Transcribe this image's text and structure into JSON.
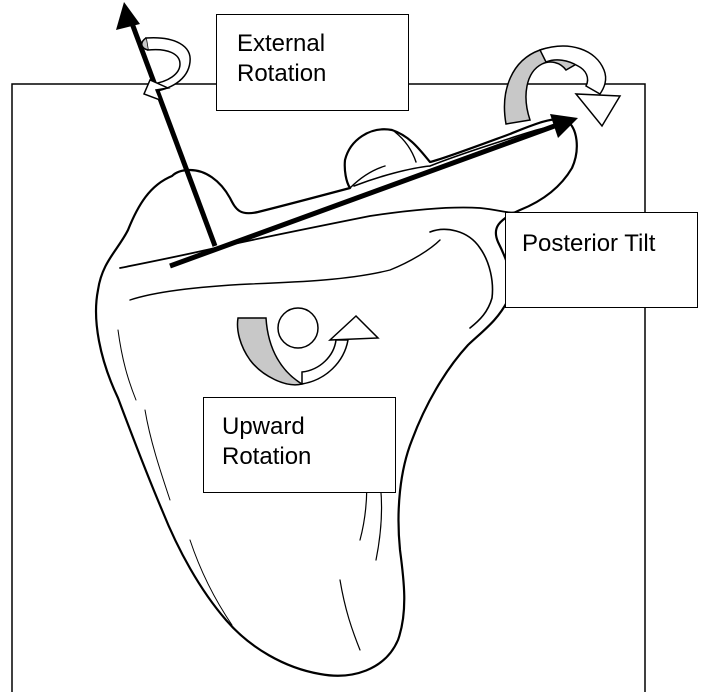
{
  "figure": {
    "labels": {
      "external_rotation": [
        "External",
        "Rotation"
      ],
      "posterior_tilt": [
        "Posterior Tilt"
      ],
      "upward_rotation": [
        "Upward",
        "Rotation"
      ]
    },
    "colors": {
      "outline": "#000000",
      "arrow_fill": "#c8c8c8",
      "background": "#ffffff"
    },
    "icons": [
      "external-rotation-arrow-icon",
      "posterior-tilt-arrow-icon",
      "upward-rotation-arrow-icon"
    ]
  }
}
